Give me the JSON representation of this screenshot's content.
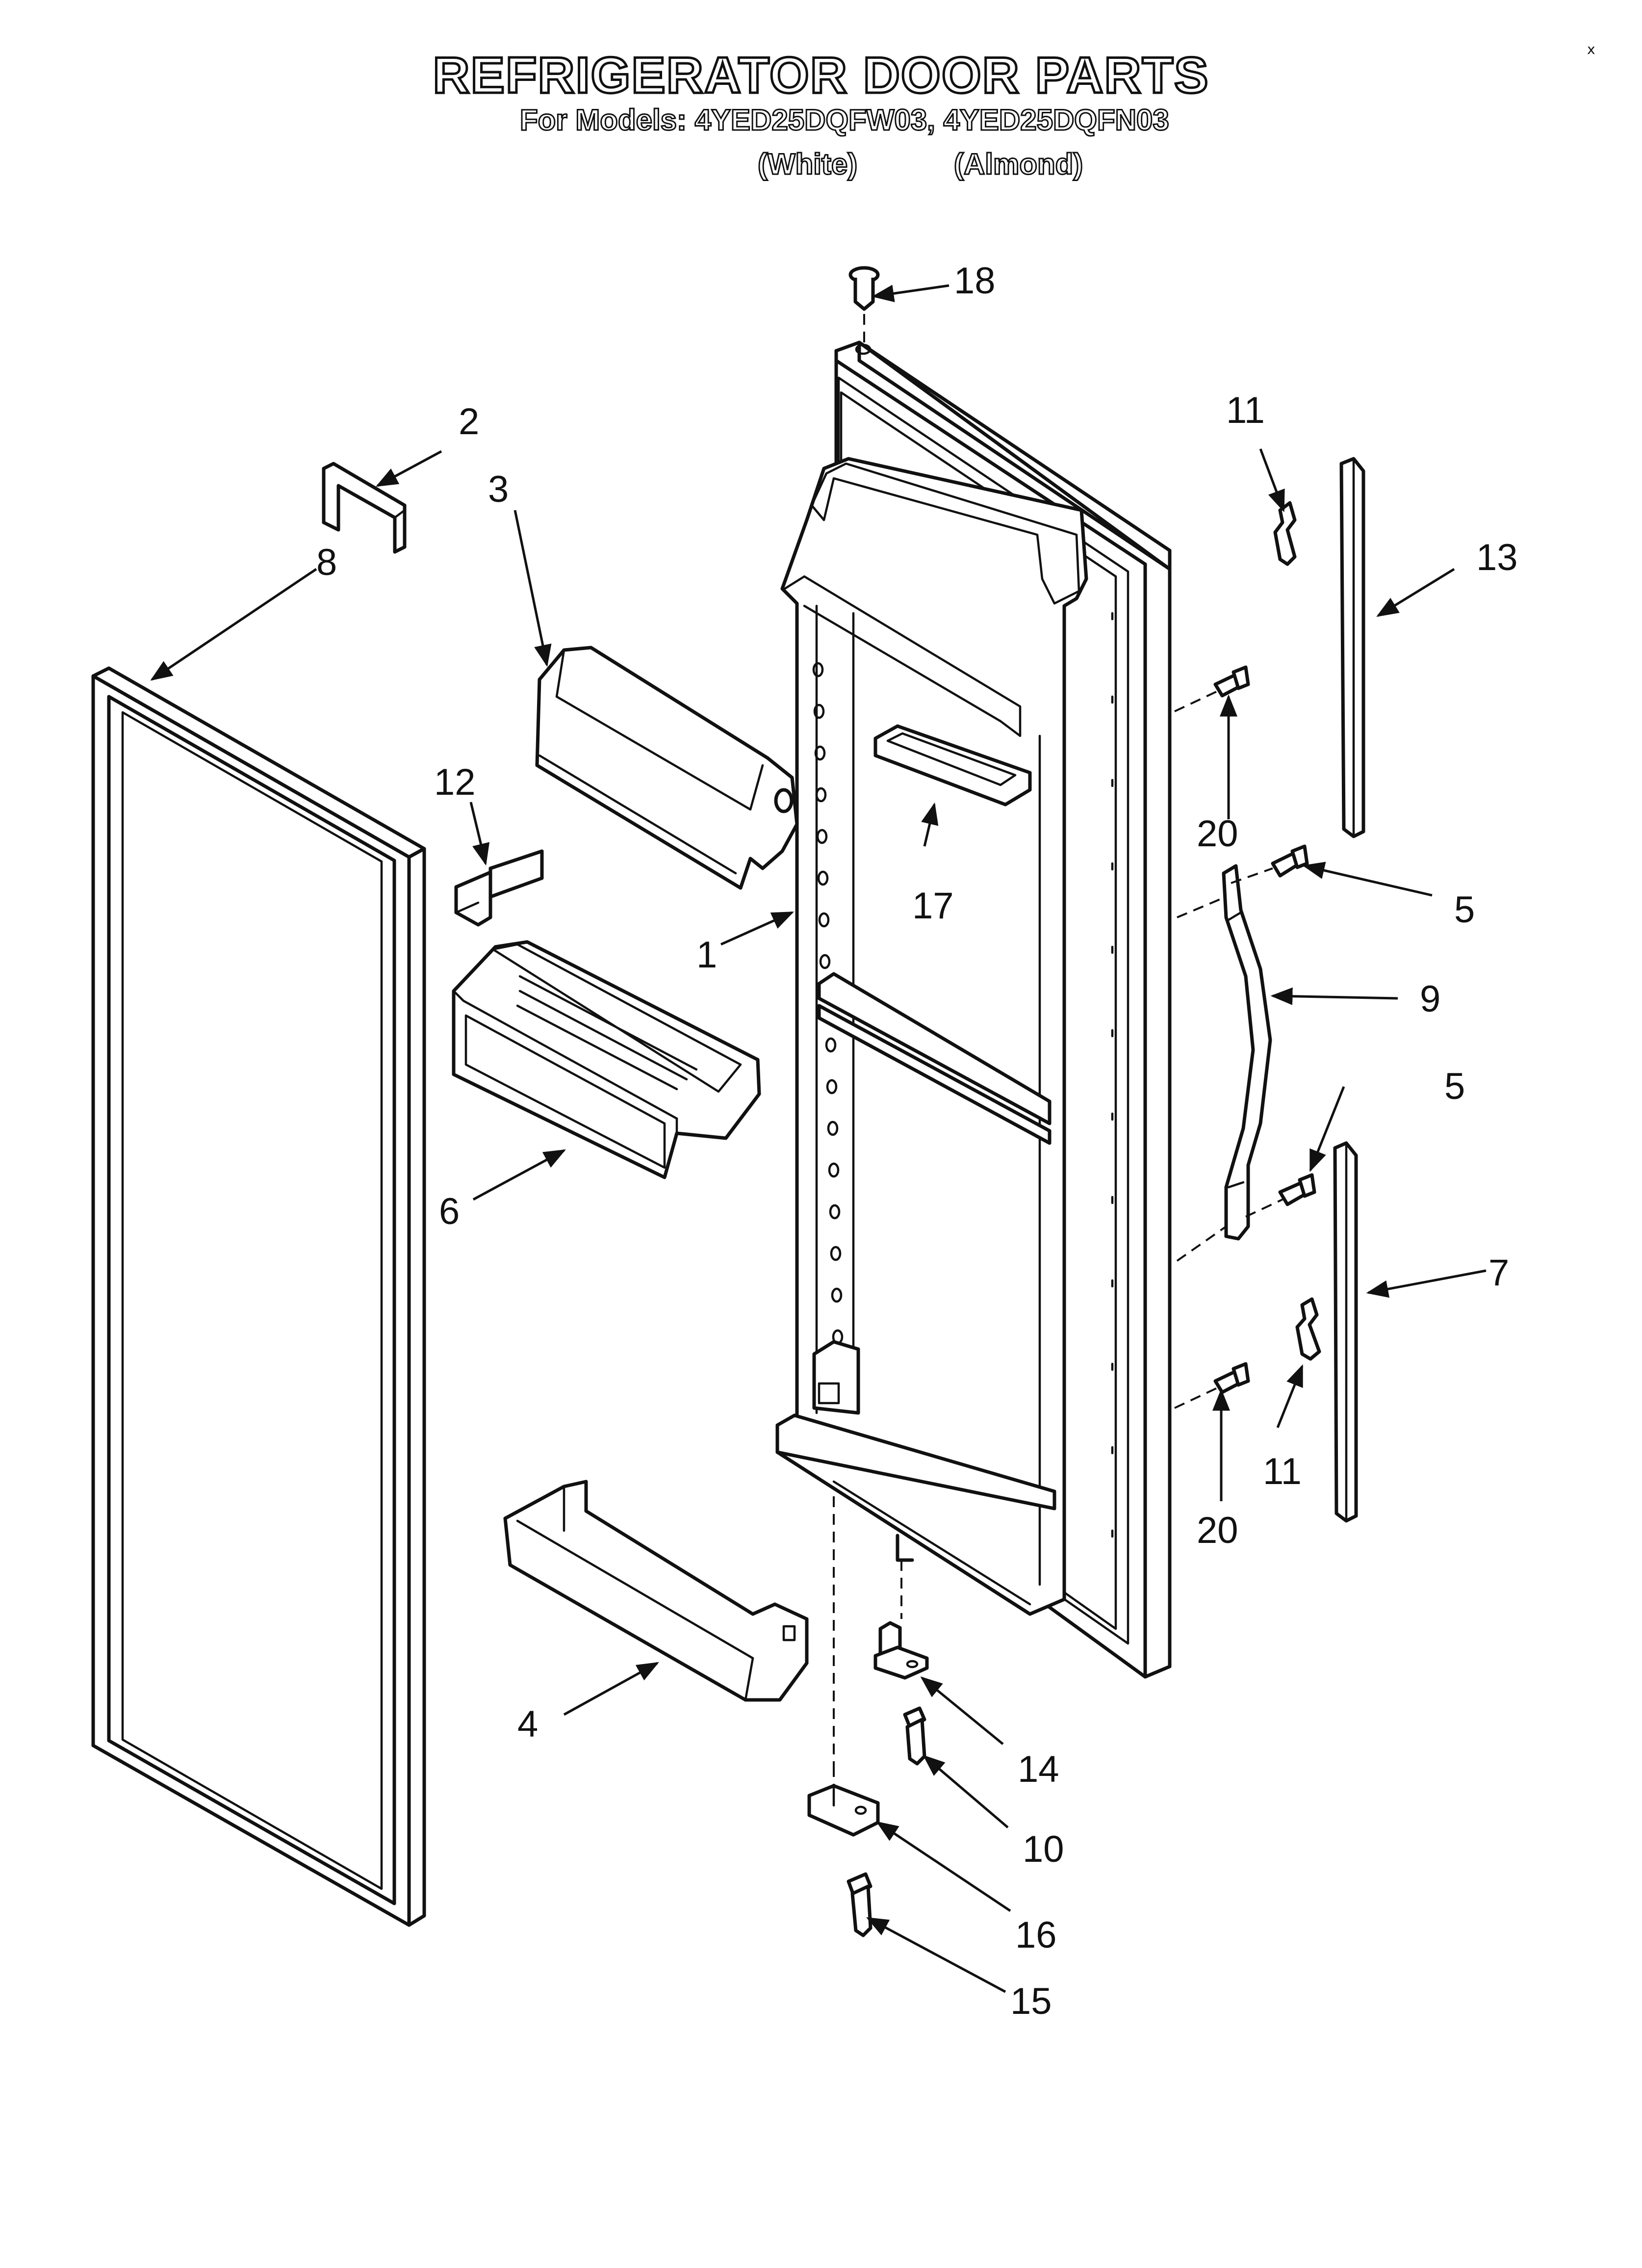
{
  "header": {
    "title": "REFRIGERATOR DOOR PARTS",
    "subtitle": "For Models: 4YED25DQFW03, 4YED25DQFN03",
    "variants": [
      "(White)",
      "(Almond)"
    ],
    "corner_mark": "x"
  },
  "callouts": {
    "c1": "1",
    "c2": "2",
    "c3": "3",
    "c4": "4",
    "c5a": "5",
    "c5b": "5",
    "c6": "6",
    "c7": "7",
    "c8": "8",
    "c9": "9",
    "c10": "10",
    "c11a": "11",
    "c11b": "11",
    "c12": "12",
    "c13": "13",
    "c14": "14",
    "c15": "15",
    "c16": "16",
    "c17": "17",
    "c18": "18",
    "c20a": "20",
    "c20b": "20"
  }
}
